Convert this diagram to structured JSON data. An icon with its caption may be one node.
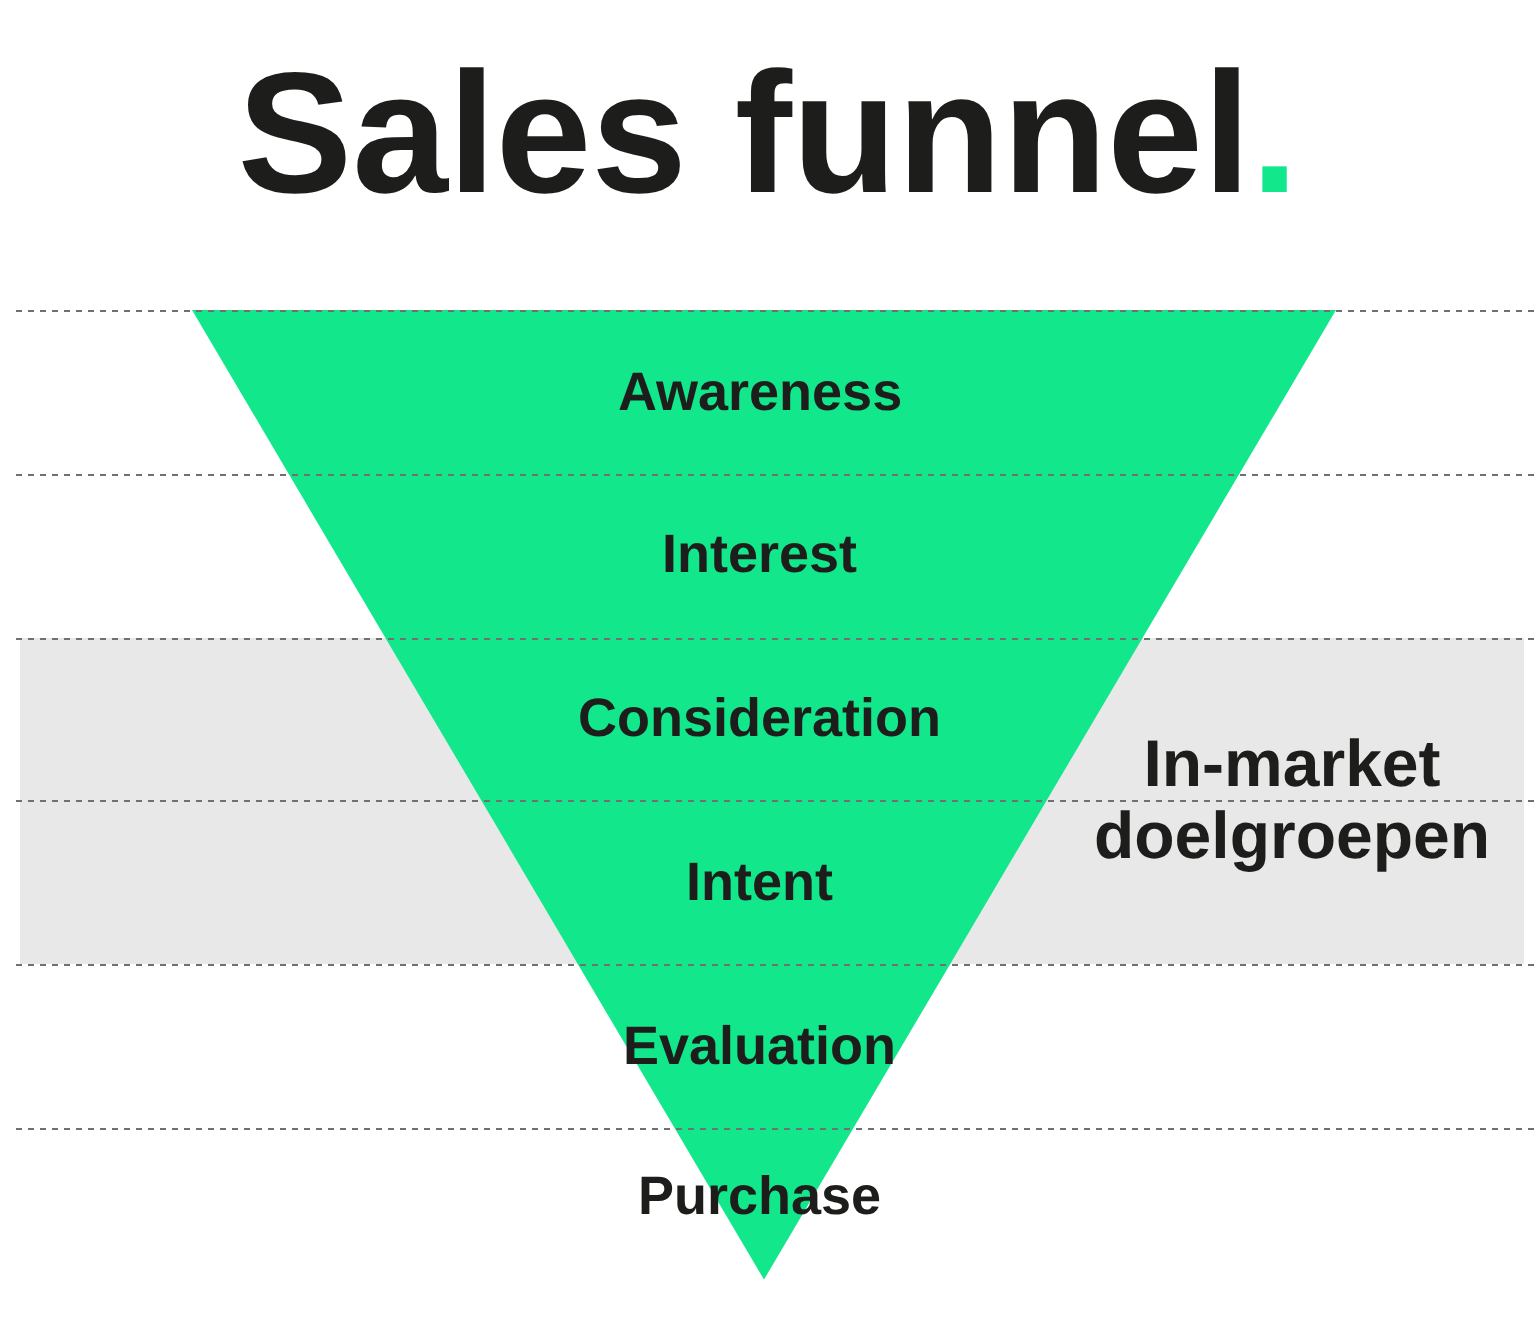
{
  "diagram": {
    "title": "Sales funnel.",
    "nodes": [
      {
        "text": [
          "Awareness"
        ]
      },
      {
        "text": [
          "Interest"
        ]
      },
      {
        "text": [
          "In-market doelgroepen"
        ]
      },
      {
        "text": [
          "Consideration"
        ],
        "in": 2
      },
      {
        "text": [
          "Intent"
        ],
        "in": 2
      },
      {
        "text": [
          "Evaluation"
        ]
      },
      {
        "text": [
          "Purchase"
        ]
      }
    ]
  }
}
